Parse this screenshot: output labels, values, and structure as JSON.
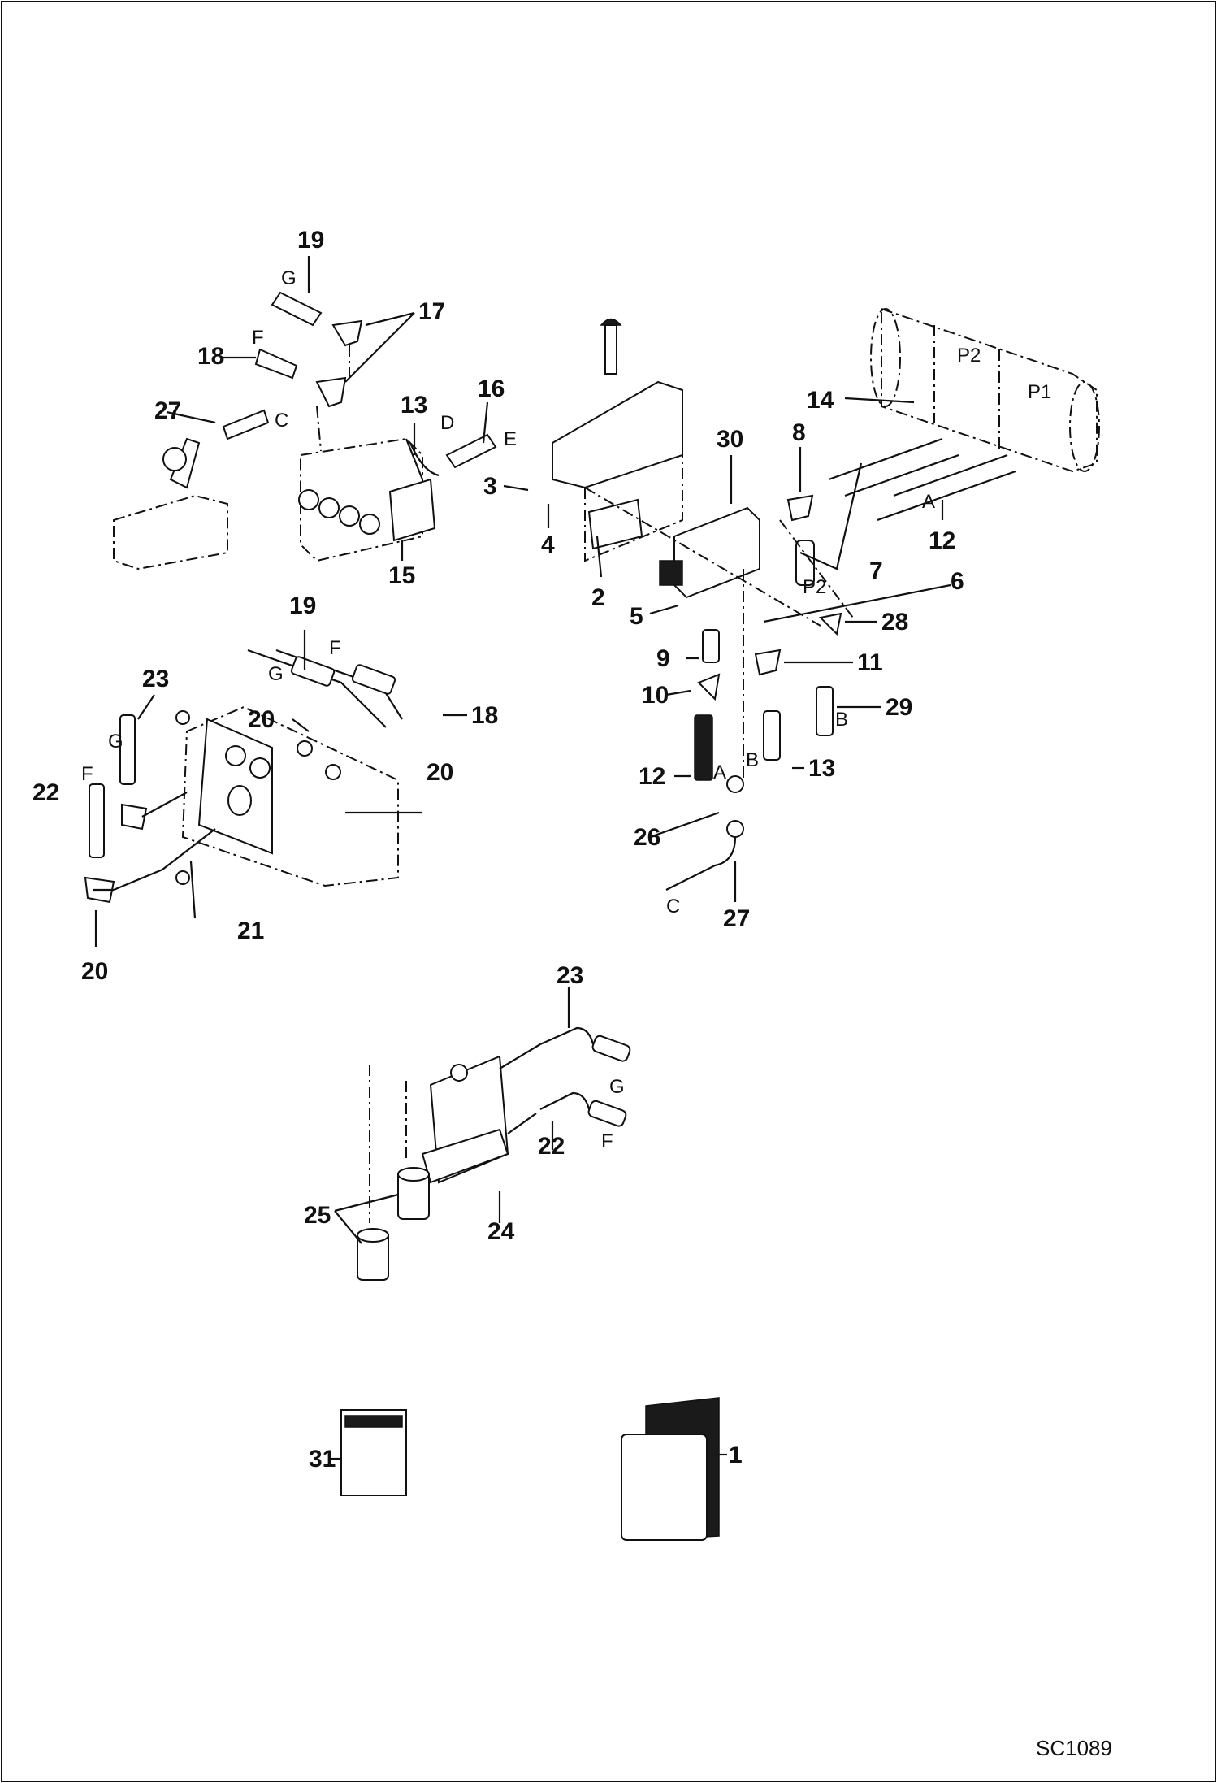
{
  "drawing_code": "SC1089",
  "callouts": {
    "c1": "1",
    "c2": "2",
    "c3": "3",
    "c4": "4",
    "c5": "5",
    "c6": "6",
    "c7": "7",
    "c8": "8",
    "c9": "9",
    "c10": "10",
    "c11": "11",
    "c12a": "12",
    "c12b": "12",
    "c13a": "13",
    "c13b": "13",
    "c14": "14",
    "c15": "15",
    "c16": "16",
    "c17": "17",
    "c18a": "18",
    "c18b": "18",
    "c19a": "19",
    "c19b": "19",
    "c20a": "20",
    "c20b": "20",
    "c20c": "20",
    "c21": "21",
    "c22a": "22",
    "c22b": "22",
    "c23a": "23",
    "c23b": "23",
    "c24": "24",
    "c25": "25",
    "c26": "26",
    "c27a": "27",
    "c27b": "27",
    "c28": "28",
    "c29": "29",
    "c30": "30",
    "c31": "31"
  },
  "letters": {
    "g1": "G",
    "f1": "F",
    "c1": "C",
    "d1": "D",
    "e1": "E",
    "a1": "A",
    "p2a": "P2",
    "p1": "P1",
    "p2b": "P2",
    "a2": "A",
    "b1": "B",
    "b2": "B",
    "c2": "C",
    "f2": "F",
    "g2": "G",
    "f3": "F",
    "g3": "G",
    "g4": "G",
    "f4": "F"
  }
}
